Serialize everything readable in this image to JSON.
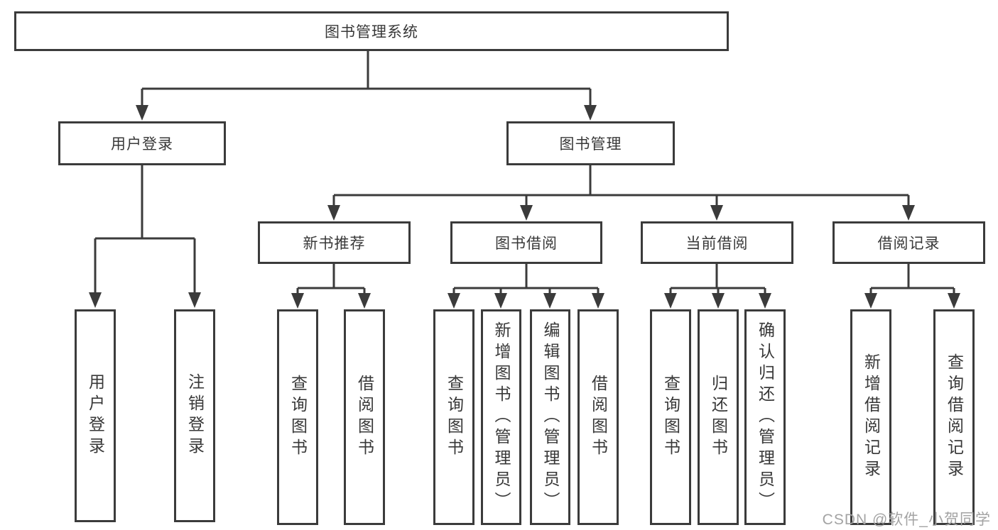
{
  "diagram": {
    "title": "图书管理系统",
    "nodes": {
      "root": {
        "label": "图书管理系统"
      },
      "user_login": {
        "label": "用户登录"
      },
      "book_mgmt": {
        "label": "图书管理"
      },
      "login": {
        "label": "用户登录"
      },
      "logout": {
        "label": "注销登录"
      },
      "new_book_rec": {
        "label": "新书推荐"
      },
      "book_borrow": {
        "label": "图书借阅"
      },
      "current_borrow": {
        "label": "当前借阅"
      },
      "borrow_records": {
        "label": "借阅记录"
      },
      "nbr_query": {
        "label": "查询图书"
      },
      "nbr_borrow": {
        "label": "借阅图书"
      },
      "bb_query": {
        "label": "查询图书"
      },
      "bb_add": {
        "label": "新增图书（管理员）"
      },
      "bb_edit": {
        "label": "编辑图书（管理员）"
      },
      "bb_borrow": {
        "label": "借阅图书"
      },
      "cb_query": {
        "label": "查询图书"
      },
      "cb_return": {
        "label": "归还图书"
      },
      "cb_confirm": {
        "label": "确认归还（管理员）"
      },
      "br_add": {
        "label": "新增借阅记录"
      },
      "br_query": {
        "label": "查询借阅记录"
      }
    },
    "watermark": "CSDN @软件_小贺同学",
    "colors": {
      "line": "#3b3b3b",
      "border": "#3b3b3b",
      "text": "#383838",
      "background": "#ffffff",
      "watermark": "#a3a3a3"
    }
  }
}
